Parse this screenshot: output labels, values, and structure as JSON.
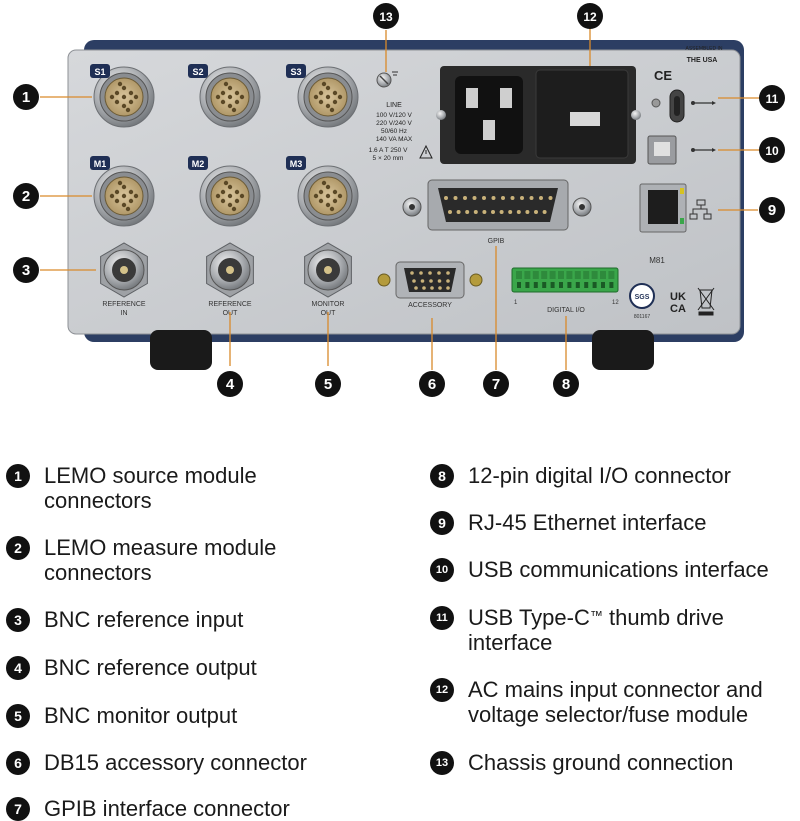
{
  "panel": {
    "port_labels": {
      "s1": "S1",
      "s2": "S2",
      "s3": "S3",
      "m1": "M1",
      "m2": "M2",
      "m3": "M3",
      "reference_in_1": "REFERENCE",
      "reference_in_2": "IN",
      "reference_out_1": "REFERENCE",
      "reference_out_2": "OUT",
      "monitor_out_1": "MONITOR",
      "monitor_out_2": "OUT",
      "accessory": "ACCESSORY",
      "gpib": "GPIB",
      "digital_io": "DIGITAL I/O",
      "dio_pin_first": "1",
      "dio_pin_last": "12",
      "model": "M81"
    },
    "voltage_label": {
      "line": "LINE",
      "v1": "100 V/120 V",
      "v2": "220 V/240 V",
      "freq": "50/60 Hz",
      "power": "140 VA MAX",
      "fuse1": "1.6 A",
      "fuse_t": "T",
      "fuse_v": "250 V",
      "fuse2": "5 × 20 mm"
    },
    "marks": {
      "assembled_1": "ASSEMBLED IN",
      "assembled_2": "THE USA",
      "ce": "CE",
      "sgs": "SGS",
      "sgs_id": "801167",
      "ukca_1": "UK",
      "ukca_2": "CA"
    }
  },
  "callouts": [
    "1",
    "2",
    "3",
    "4",
    "5",
    "6",
    "7",
    "8",
    "9",
    "10",
    "11",
    "12",
    "13"
  ],
  "legend": {
    "items": [
      {
        "num": "1",
        "line1": "LEMO source module",
        "line2": "connectors"
      },
      {
        "num": "2",
        "line1": "LEMO measure module",
        "line2": "connectors"
      },
      {
        "num": "3",
        "line1": "BNC reference input",
        "line2": ""
      },
      {
        "num": "4",
        "line1": "BNC reference output",
        "line2": ""
      },
      {
        "num": "5",
        "line1": "BNC monitor output",
        "line2": ""
      },
      {
        "num": "6",
        "line1": "DB15 accessory connector",
        "line2": ""
      },
      {
        "num": "7",
        "line1": "GPIB interface connector",
        "line2": ""
      },
      {
        "num": "8",
        "line1": "12-pin digital I/O connector",
        "line2": ""
      },
      {
        "num": "9",
        "line1": "RJ-45 Ethernet interface",
        "line2": ""
      },
      {
        "num": "10",
        "line1": "USB communications interface",
        "line2": ""
      },
      {
        "num": "11",
        "line1": "USB Type-C",
        "tm": "™",
        "line1b": " thumb drive",
        "line2": "interface"
      },
      {
        "num": "12",
        "line1": "AC mains input connector and",
        "line2": "voltage selector/fuse module"
      },
      {
        "num": "13",
        "line1": "Chassis ground connection",
        "line2": ""
      }
    ]
  },
  "colors": {
    "panel": "#c9cbce",
    "chassis": "#2c3e63",
    "badge": "#111111",
    "terminal_green": "#3aa64a"
  }
}
